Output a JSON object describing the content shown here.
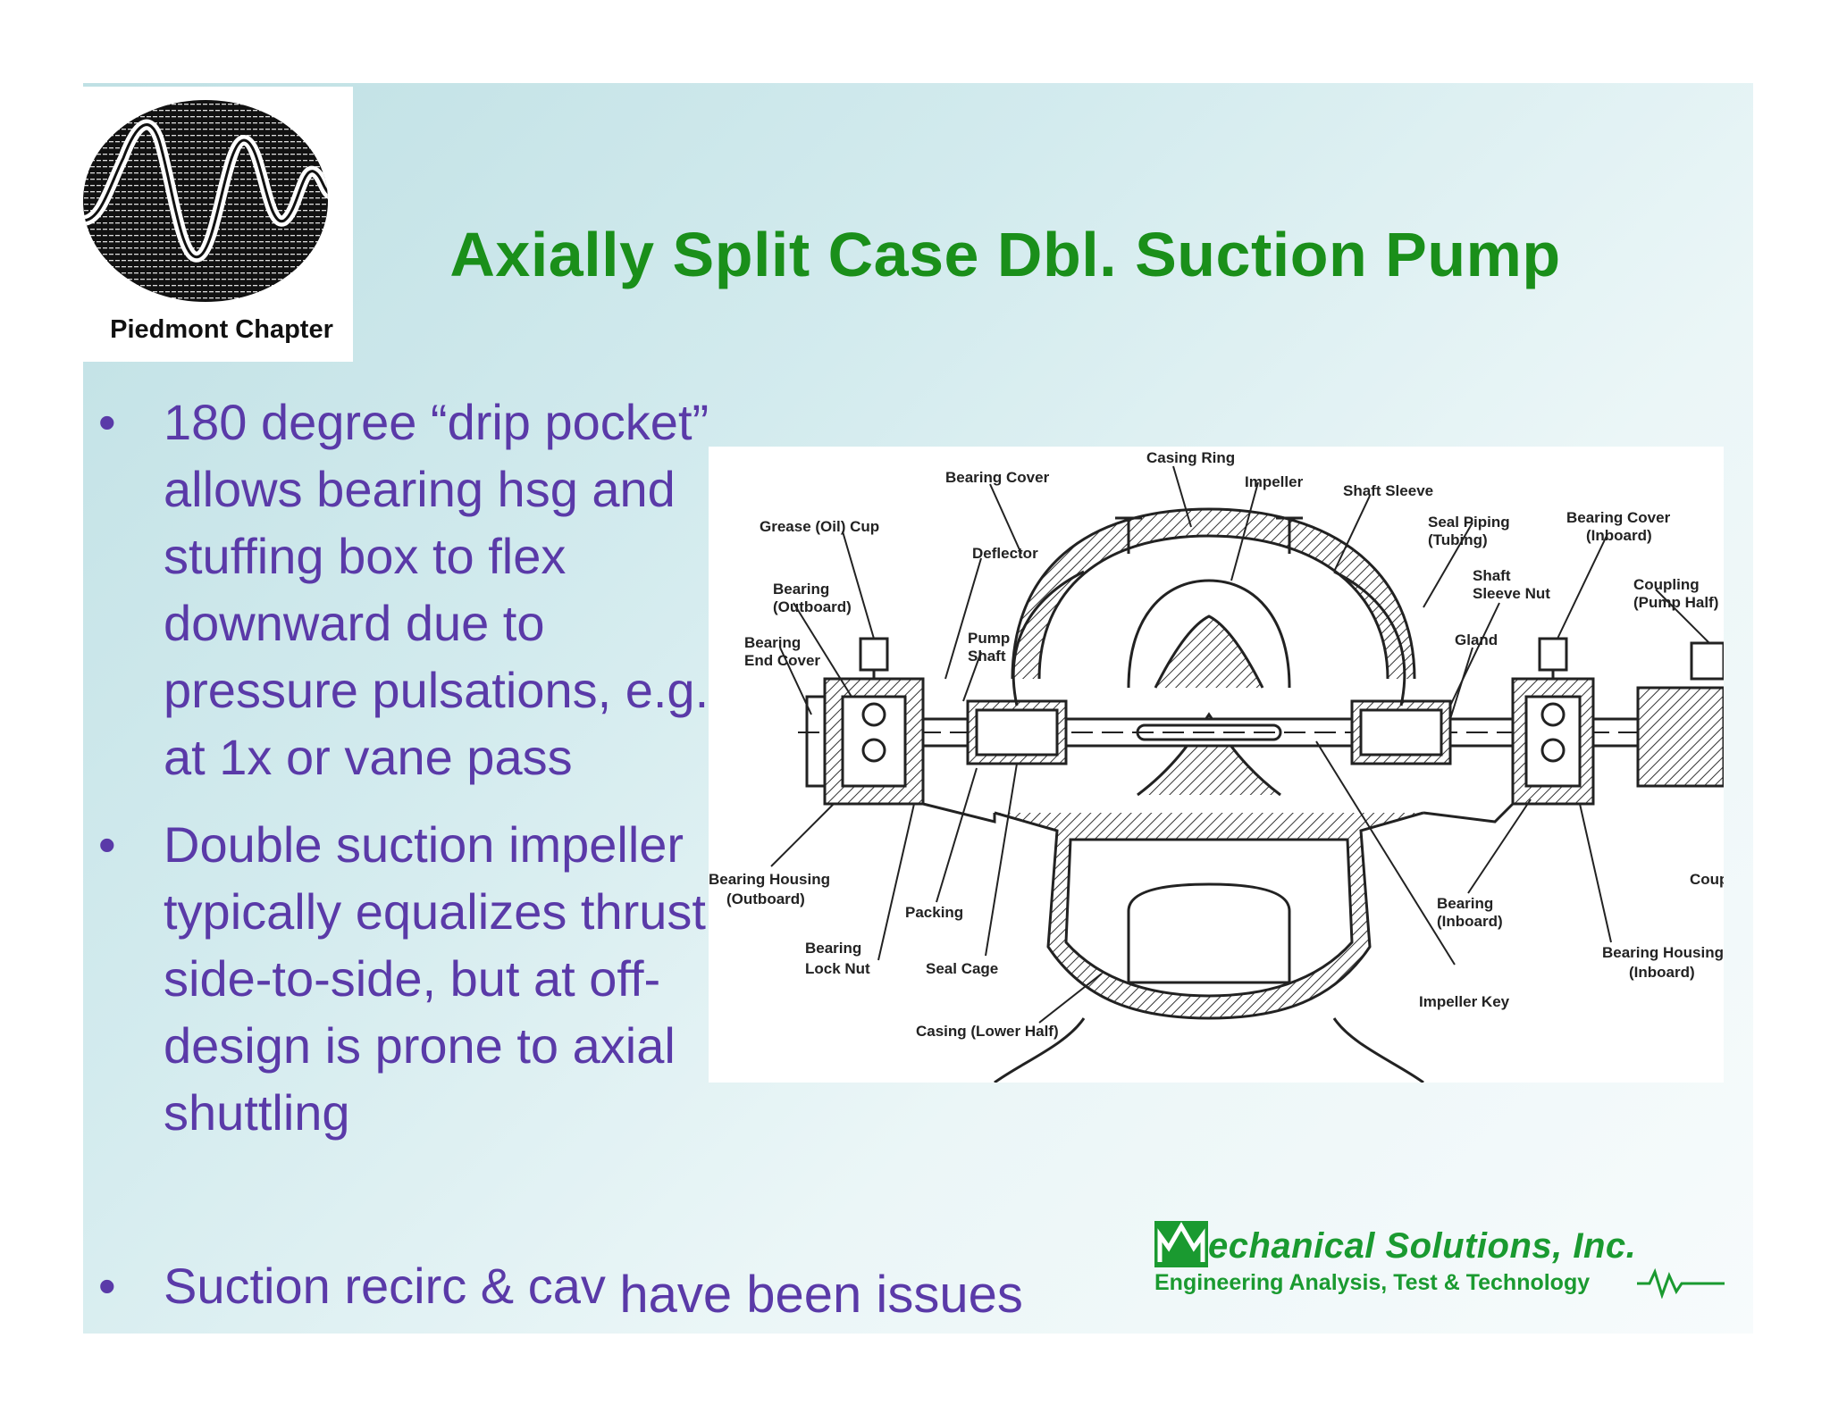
{
  "header": {
    "chapter_label": "Piedmont Chapter",
    "title": "Axially Split Case Dbl. Suction Pump"
  },
  "bullets": [
    {
      "marker": "•",
      "text": "180 degree “drip pocket” allows bearing hsg and stuffing box to flex downward due to pressure pulsations, e.g. at 1x or vane pass"
    },
    {
      "marker": "•",
      "text": "Double suction impeller typically equalizes thrust side-to-side, but at off-design is prone to axial shuttling"
    }
  ],
  "bullet_last": {
    "marker": "•",
    "text_main": "Suction recirc & cav",
    "text_tail": "have been issues"
  },
  "diagram_labels": {
    "casing_ring": "Casing Ring",
    "impeller": "Impeller",
    "bearing_cover": "Bearing Cover",
    "shaft_sleeve": "Shaft Sleeve",
    "seal_piping": "Seal Piping",
    "tubing": "(Tubing)",
    "bearing_cover_inboard_1": "Bearing Cover",
    "bearing_cover_inboard_2": "(Inboard)",
    "grease_cup": "Grease (Oil) Cup",
    "deflector": "Deflector",
    "shaft_sleeve_nut_1": "Shaft",
    "shaft_sleeve_nut_2": "Sleeve Nut",
    "coupling_1": "Coupling",
    "coupling_2": "(Pump Half)",
    "bearing_outboard_1": "Bearing",
    "bearing_outboard_2": "(Outboard)",
    "bearing_end_cover_1": "Bearing",
    "bearing_end_cover_2": "End Cover",
    "pump_shaft_1": "Pump",
    "pump_shaft_2": "Shaft",
    "gland": "Gland",
    "bearing_housing_outboard_1": "Bearing Housing",
    "bearing_housing_outboard_2": "(Outboard)",
    "packing": "Packing",
    "bearing_lock_nut_1": "Bearing",
    "bearing_lock_nut_2": "Lock Nut",
    "seal_cage": "Seal Cage",
    "casing_lower_half": "Casing (Lower Half)",
    "impeller_key": "Impeller Key",
    "bearing_inboard_1": "Bearing",
    "bearing_inboard_2": "(Inboard)",
    "bearing_housing_inboard_1": "Bearing Housing",
    "bearing_housing_inboard_2": "(Inboard)",
    "coup_cut": "Coup"
  },
  "footer_logo": {
    "name": "echanical Solutions, Inc.",
    "tagline": "Engineering Analysis, Test & Technology"
  },
  "colors": {
    "title": "#1a8f1a",
    "body_text": "#5a3aa8",
    "logo_green": "#1a9a30"
  }
}
